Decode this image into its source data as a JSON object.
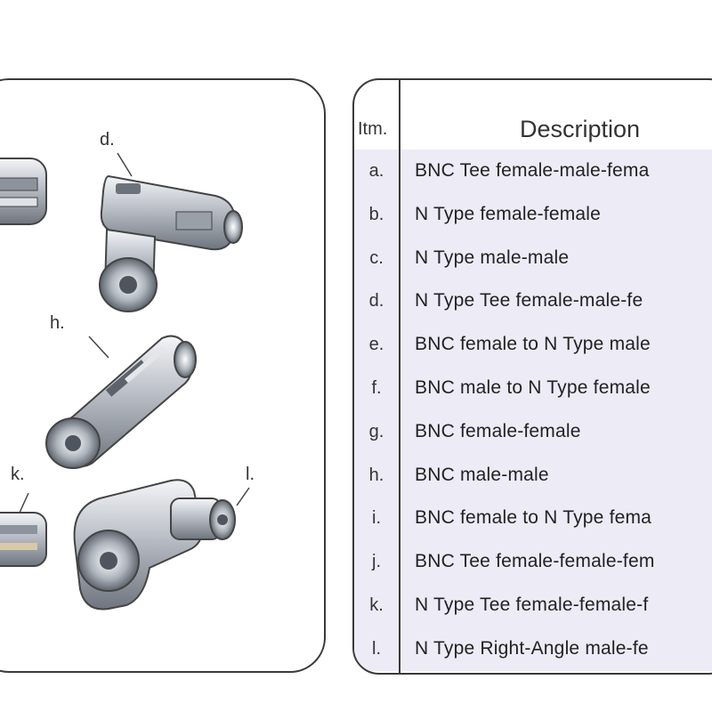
{
  "illustration": {
    "callouts": [
      "d.",
      "h.",
      "k.",
      "l."
    ]
  },
  "table": {
    "header_itm": "Itm.",
    "header_description": "Description",
    "rows": [
      {
        "itm": "a.",
        "description": "BNC Tee female-male-fema"
      },
      {
        "itm": "b.",
        "description": "N Type female-female"
      },
      {
        "itm": "c.",
        "description": "N Type male-male"
      },
      {
        "itm": "d.",
        "description": "N Type Tee female-male-fe"
      },
      {
        "itm": "e.",
        "description": "BNC female to N Type male"
      },
      {
        "itm": "f.",
        "description": "BNC male to N Type female"
      },
      {
        "itm": "g.",
        "description": "BNC female-female"
      },
      {
        "itm": "h.",
        "description": "BNC male-male"
      },
      {
        "itm": "i.",
        "description": "BNC female to N Type fema"
      },
      {
        "itm": "j.",
        "description": "BNC Tee female-female-fem"
      },
      {
        "itm": "k.",
        "description": "N Type Tee female-female-f"
      },
      {
        "itm": "l.",
        "description": "N Type Right-Angle male-fe"
      }
    ]
  },
  "colors": {
    "border": "#3a3a3a",
    "row_bg": "#ecebf6",
    "metal": "#c8ccd2"
  }
}
